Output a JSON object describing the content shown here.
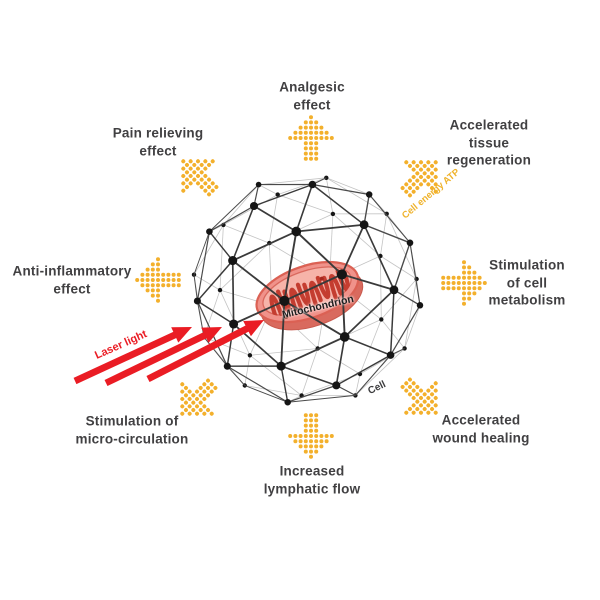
{
  "colors": {
    "arrow_yellow": "#F3B02C",
    "laser_red": "#EA1C24",
    "label_text": "#414042",
    "atp_text": "#EFB32D",
    "mito_body": "#F0928A",
    "mito_inner": "#F6B3A9",
    "mito_outline": "#DB6154",
    "mito_side": "#D96A5E",
    "mito_cristae": "#C43D30",
    "node_black": "#151515",
    "edge_front": "#4A4A4A",
    "edge_back": "#C4C4C4"
  },
  "effects": [
    {
      "id": "analgesic",
      "label": "Analgesic\neffect",
      "direction": "up"
    },
    {
      "id": "pain-relieving",
      "label": "Pain relieving\neffect",
      "direction": "up-left"
    },
    {
      "id": "tissue-regeneration",
      "label": "Accelerated tissue\nregeneration",
      "direction": "up-right"
    },
    {
      "id": "anti-inflammatory",
      "label": "Anti-inflammatory\neffect",
      "direction": "left"
    },
    {
      "id": "cell-metabolism",
      "label": "Stimulation\nof cell\nmetabolism",
      "direction": "right"
    },
    {
      "id": "micro-circulation",
      "label": "Stimulation of\nmicro-circulation",
      "direction": "down-left"
    },
    {
      "id": "lymphatic-flow",
      "label": "Increased\nlymphatic flow",
      "direction": "down"
    },
    {
      "id": "wound-healing",
      "label": "Accelerated\nwound healing",
      "direction": "down-right"
    }
  ],
  "annotations": {
    "laser_light": "Laser light",
    "cell_energy": "Cell energy ATP",
    "mitochondrion": "Mitochondrion",
    "cell": "Cell"
  }
}
